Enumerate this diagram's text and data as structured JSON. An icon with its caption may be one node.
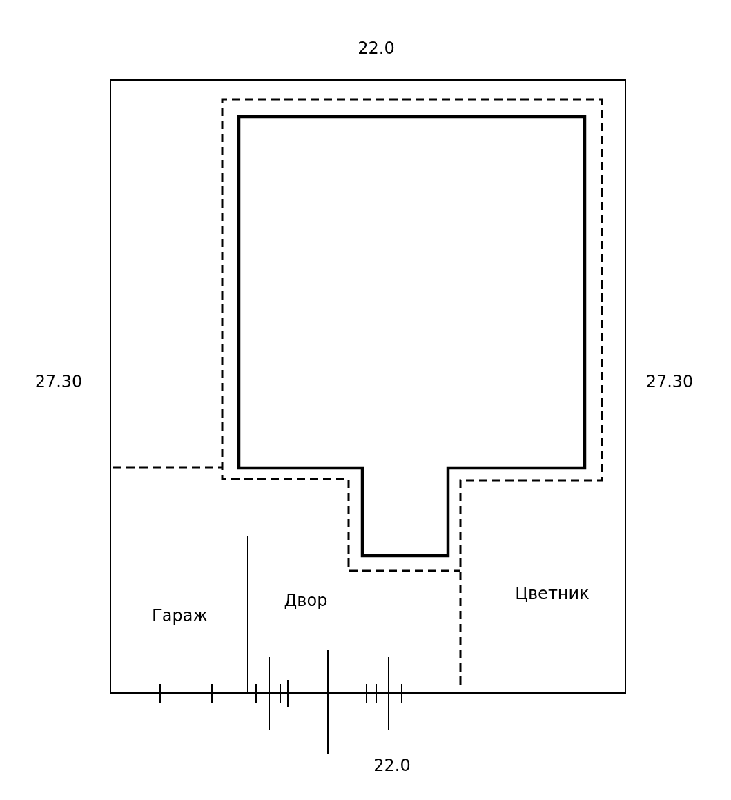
{
  "diagram": {
    "nodes": [
      {
        "text": [
          "Гараж"
        ]
      }
    ],
    "labels": [
      "22.0",
      "27.30",
      "27.30",
      "Двор",
      "Цветник",
      "22.0"
    ]
  }
}
